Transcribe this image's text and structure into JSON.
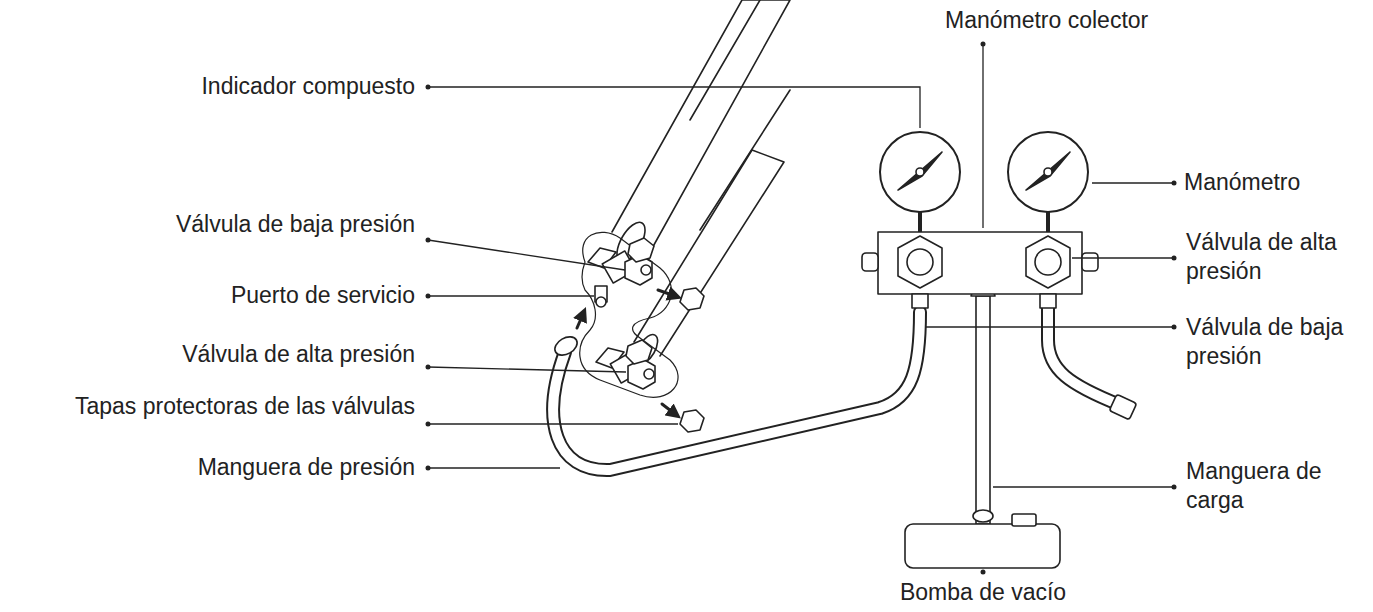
{
  "diagram": {
    "labels": [
      "Manómetro colector",
      "Indicador compuesto",
      "Manómetro",
      "Válvula de baja presión",
      "Puerto de servicio",
      "Válvula de alta presión",
      "Válvula de alta presión",
      "Válvula de baja presión",
      "Tapas protectoras de las válvulas",
      "Manguera de presión",
      "Manguera de carga",
      "Bomba de vacío"
    ]
  }
}
